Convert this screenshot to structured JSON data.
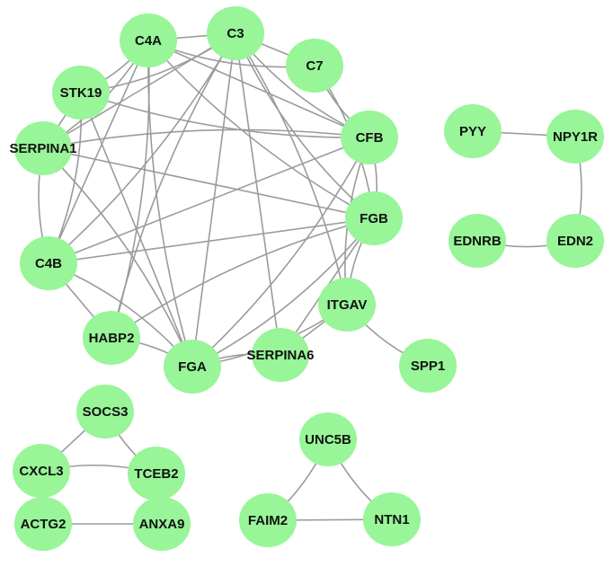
{
  "colors": {
    "node_fill": "#98f598",
    "edge": "#9b9b9b",
    "label": "#111111"
  },
  "nodes": [
    {
      "id": "C3",
      "label": "C3"
    },
    {
      "id": "C4A",
      "label": "C4A"
    },
    {
      "id": "C7",
      "label": "C7"
    },
    {
      "id": "STK19",
      "label": "STK19"
    },
    {
      "id": "CFB",
      "label": "CFB"
    },
    {
      "id": "SERPINA1",
      "label": "SERPINA1"
    },
    {
      "id": "FGB",
      "label": "FGB"
    },
    {
      "id": "C4B",
      "label": "C4B"
    },
    {
      "id": "ITGAV",
      "label": "ITGAV"
    },
    {
      "id": "HABP2",
      "label": "HABP2"
    },
    {
      "id": "FGA",
      "label": "FGA"
    },
    {
      "id": "SERPINA6",
      "label": "SERPINA6"
    },
    {
      "id": "SPP1",
      "label": "SPP1"
    },
    {
      "id": "PYY",
      "label": "PYY"
    },
    {
      "id": "NPY1R",
      "label": "NPY1R"
    },
    {
      "id": "EDNRB",
      "label": "EDNRB"
    },
    {
      "id": "EDN2",
      "label": "EDN2"
    },
    {
      "id": "SOCS3",
      "label": "SOCS3"
    },
    {
      "id": "CXCL3",
      "label": "CXCL3"
    },
    {
      "id": "TCEB2",
      "label": "TCEB2"
    },
    {
      "id": "ACTG2",
      "label": "ACTG2"
    },
    {
      "id": "ANXA9",
      "label": "ANXA9"
    },
    {
      "id": "UNC5B",
      "label": "UNC5B"
    },
    {
      "id": "FAIM2",
      "label": "FAIM2"
    },
    {
      "id": "NTN1",
      "label": "NTN1"
    }
  ],
  "edges": [
    [
      "C4A",
      "C3"
    ],
    [
      "C4A",
      "C7"
    ],
    [
      "C4A",
      "STK19"
    ],
    [
      "C4A",
      "CFB"
    ],
    [
      "C4A",
      "SERPINA1"
    ],
    [
      "C4A",
      "FGB"
    ],
    [
      "C4A",
      "C4B"
    ],
    [
      "C4A",
      "FGA"
    ],
    [
      "C4A",
      "HABP2"
    ],
    [
      "C3",
      "C7"
    ],
    [
      "C3",
      "STK19"
    ],
    [
      "C3",
      "CFB"
    ],
    [
      "C3",
      "SERPINA1"
    ],
    [
      "C3",
      "FGB"
    ],
    [
      "C3",
      "C4B"
    ],
    [
      "C3",
      "FGA"
    ],
    [
      "C3",
      "ITGAV"
    ],
    [
      "C3",
      "HABP2"
    ],
    [
      "C3",
      "SERPINA6"
    ],
    [
      "C7",
      "CFB"
    ],
    [
      "C7",
      "FGB"
    ],
    [
      "STK19",
      "SERPINA1"
    ],
    [
      "STK19",
      "C4B"
    ],
    [
      "STK19",
      "CFB"
    ],
    [
      "STK19",
      "FGA"
    ],
    [
      "CFB",
      "SERPINA1"
    ],
    [
      "CFB",
      "FGB"
    ],
    [
      "CFB",
      "C4B"
    ],
    [
      "CFB",
      "FGA"
    ],
    [
      "CFB",
      "ITGAV"
    ],
    [
      "SERPINA1",
      "FGB"
    ],
    [
      "SERPINA1",
      "C4B"
    ],
    [
      "SERPINA1",
      "FGA"
    ],
    [
      "FGB",
      "C4B"
    ],
    [
      "FGB",
      "FGA"
    ],
    [
      "FGB",
      "ITGAV"
    ],
    [
      "FGB",
      "SERPINA6"
    ],
    [
      "FGB",
      "HABP2"
    ],
    [
      "C4B",
      "FGA"
    ],
    [
      "C4B",
      "HABP2"
    ],
    [
      "ITGAV",
      "FGA"
    ],
    [
      "ITGAV",
      "SPP1"
    ],
    [
      "ITGAV",
      "SERPINA6"
    ],
    [
      "FGA",
      "HABP2"
    ],
    [
      "FGA",
      "SERPINA6"
    ],
    [
      "PYY",
      "NPY1R"
    ],
    [
      "NPY1R",
      "EDN2"
    ],
    [
      "EDNRB",
      "EDN2"
    ],
    [
      "SOCS3",
      "CXCL3"
    ],
    [
      "SOCS3",
      "TCEB2"
    ],
    [
      "CXCL3",
      "TCEB2"
    ],
    [
      "ACTG2",
      "ANXA9"
    ],
    [
      "UNC5B",
      "FAIM2"
    ],
    [
      "UNC5B",
      "NTN1"
    ],
    [
      "FAIM2",
      "NTN1"
    ]
  ]
}
